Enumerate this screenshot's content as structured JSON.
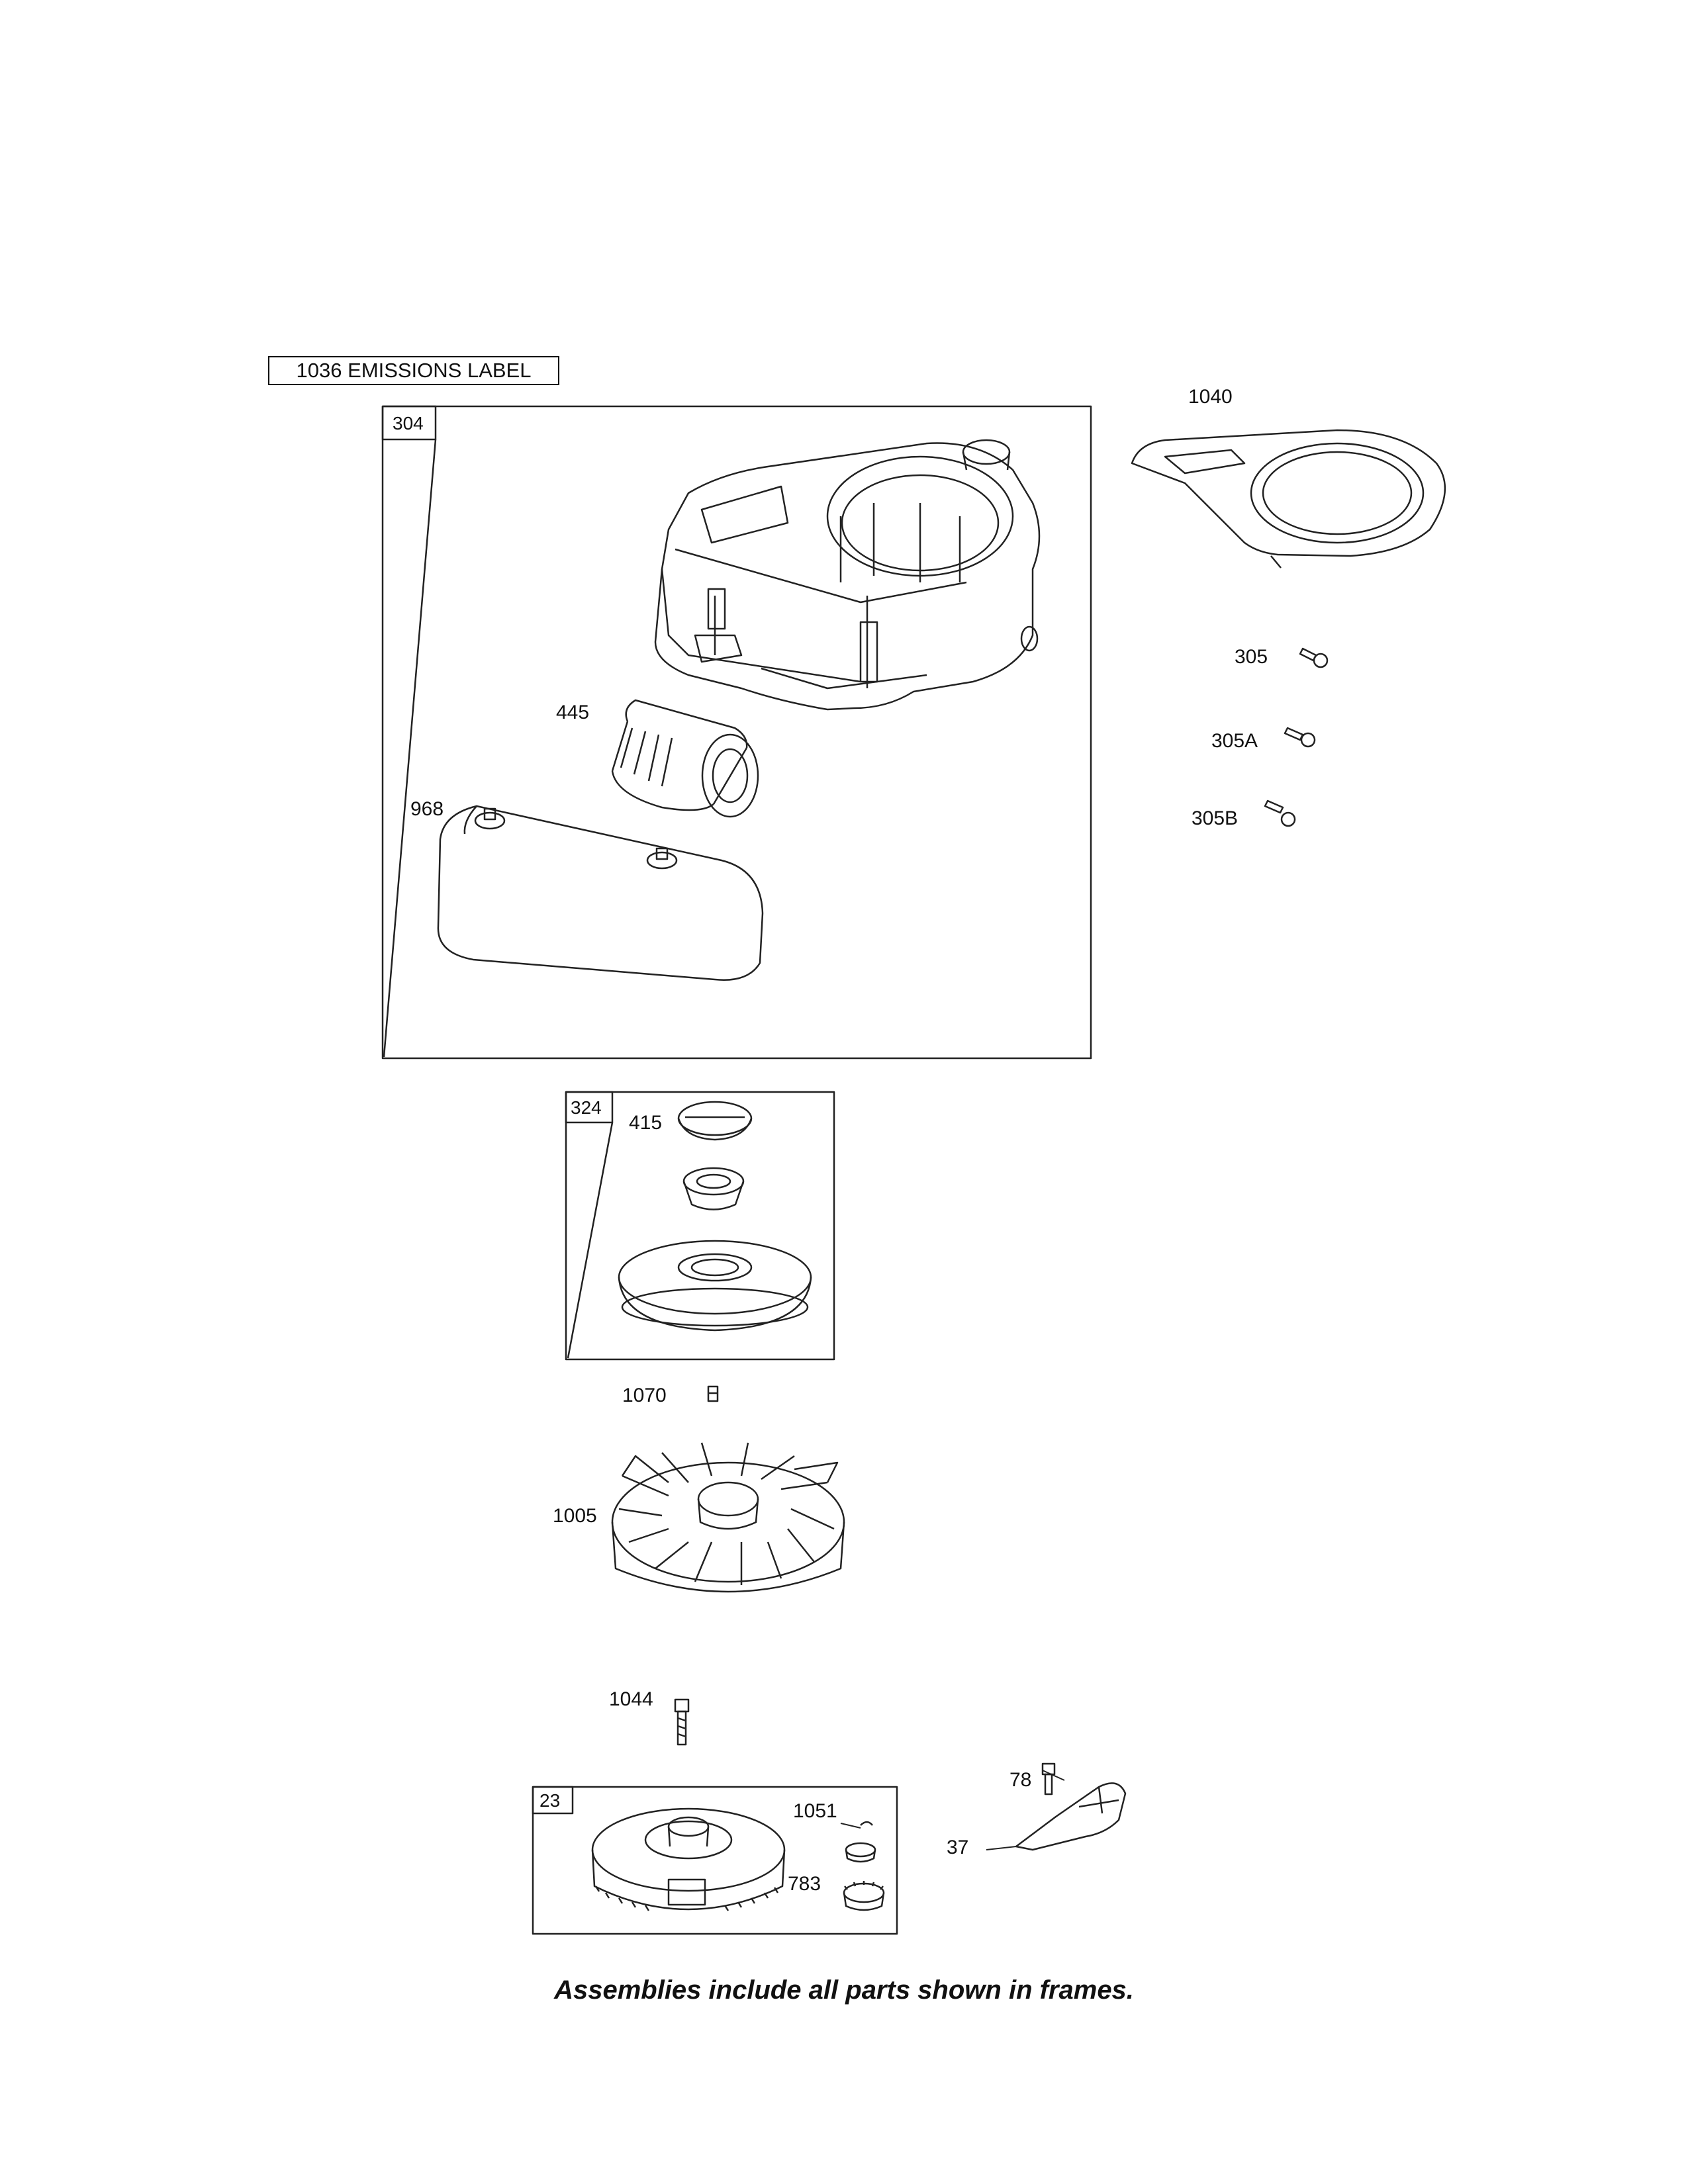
{
  "emissions_label": "1036 EMISSIONS LABEL",
  "frames": {
    "blower_housing": "304",
    "starter_cup": "324",
    "flywheel": "23"
  },
  "callouts": {
    "p1040": "1040",
    "p305": "305",
    "p305a": "305A",
    "p305b": "305B",
    "p445": "445",
    "p968": "968",
    "p415": "415",
    "p1070": "1070",
    "p1005": "1005",
    "p1044": "1044",
    "p1051": "1051",
    "p783": "783",
    "p78": "78",
    "p37": "37"
  },
  "caption": "Assemblies include all parts shown in frames."
}
